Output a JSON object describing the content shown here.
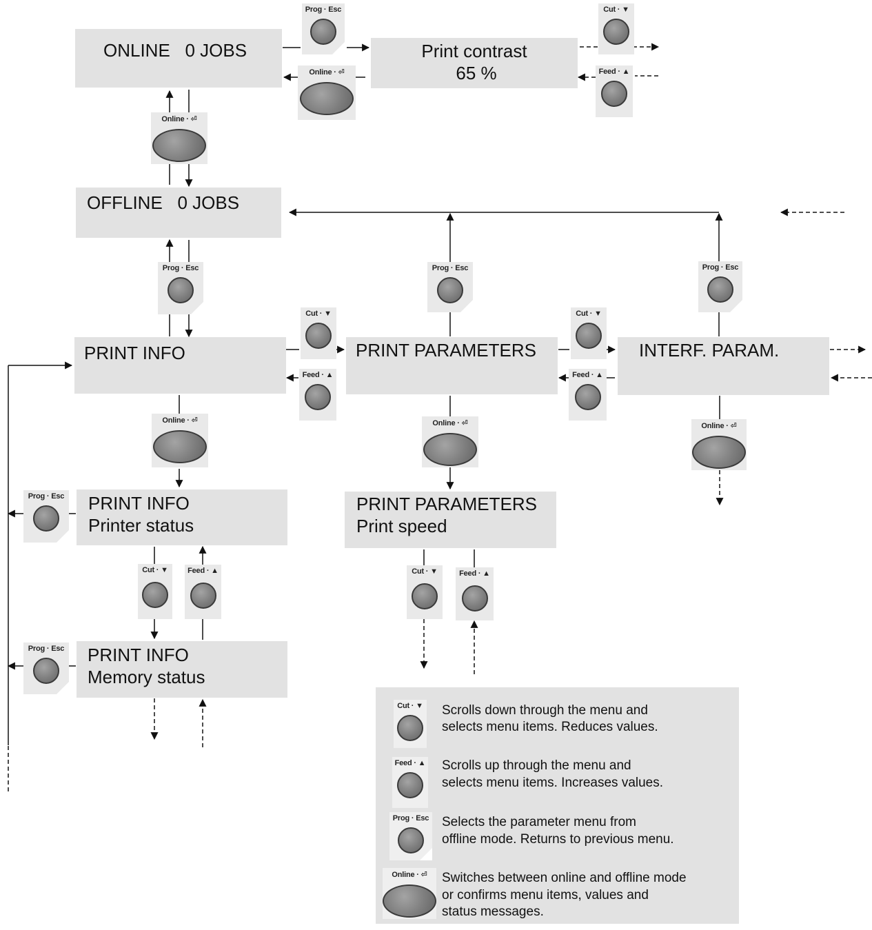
{
  "buttons": {
    "prog": "Prog · Esc",
    "cut": "Cut · ▼",
    "feed": "Feed · ▲",
    "online": "Online · ⏎"
  },
  "displays": {
    "online_jobs": "ONLINE   0 JOBS",
    "print_contrast": {
      "line1": "Print contrast",
      "line2": "65 %"
    },
    "offline_jobs": "OFFLINE   0 JOBS",
    "print_info": "PRINT INFO",
    "print_parameters": "PRINT PARAMETERS",
    "interf_param": "INTERF. PARAM.",
    "print_info_status": {
      "line1": "PRINT INFO",
      "line2": "Printer status"
    },
    "print_info_memory": {
      "line1": "PRINT INFO",
      "line2": "Memory status"
    },
    "print_parameters_speed": {
      "line1": "PRINT PARAMETERS",
      "line2": "Print speed"
    }
  },
  "legend": [
    {
      "key": "cut",
      "line1": "Scrolls down through the menu and",
      "line2": "selects menu items. Reduces values."
    },
    {
      "key": "feed",
      "line1": "Scrolls up through the menu and",
      "line2": "selects menu items. Increases values."
    },
    {
      "key": "prog",
      "line1": "Selects the parameter menu from",
      "line2": "offline mode. Returns to previous menu."
    },
    {
      "key": "online",
      "line1": "Switches between online and offline mode",
      "line2": "or confirms menu items, values and",
      "line3": "status messages."
    }
  ],
  "colors": {
    "display_bg": "#e2e2e2",
    "button_bg": "#e9e9e9",
    "key_cap": "#7e7e7e",
    "line": "#111111"
  }
}
